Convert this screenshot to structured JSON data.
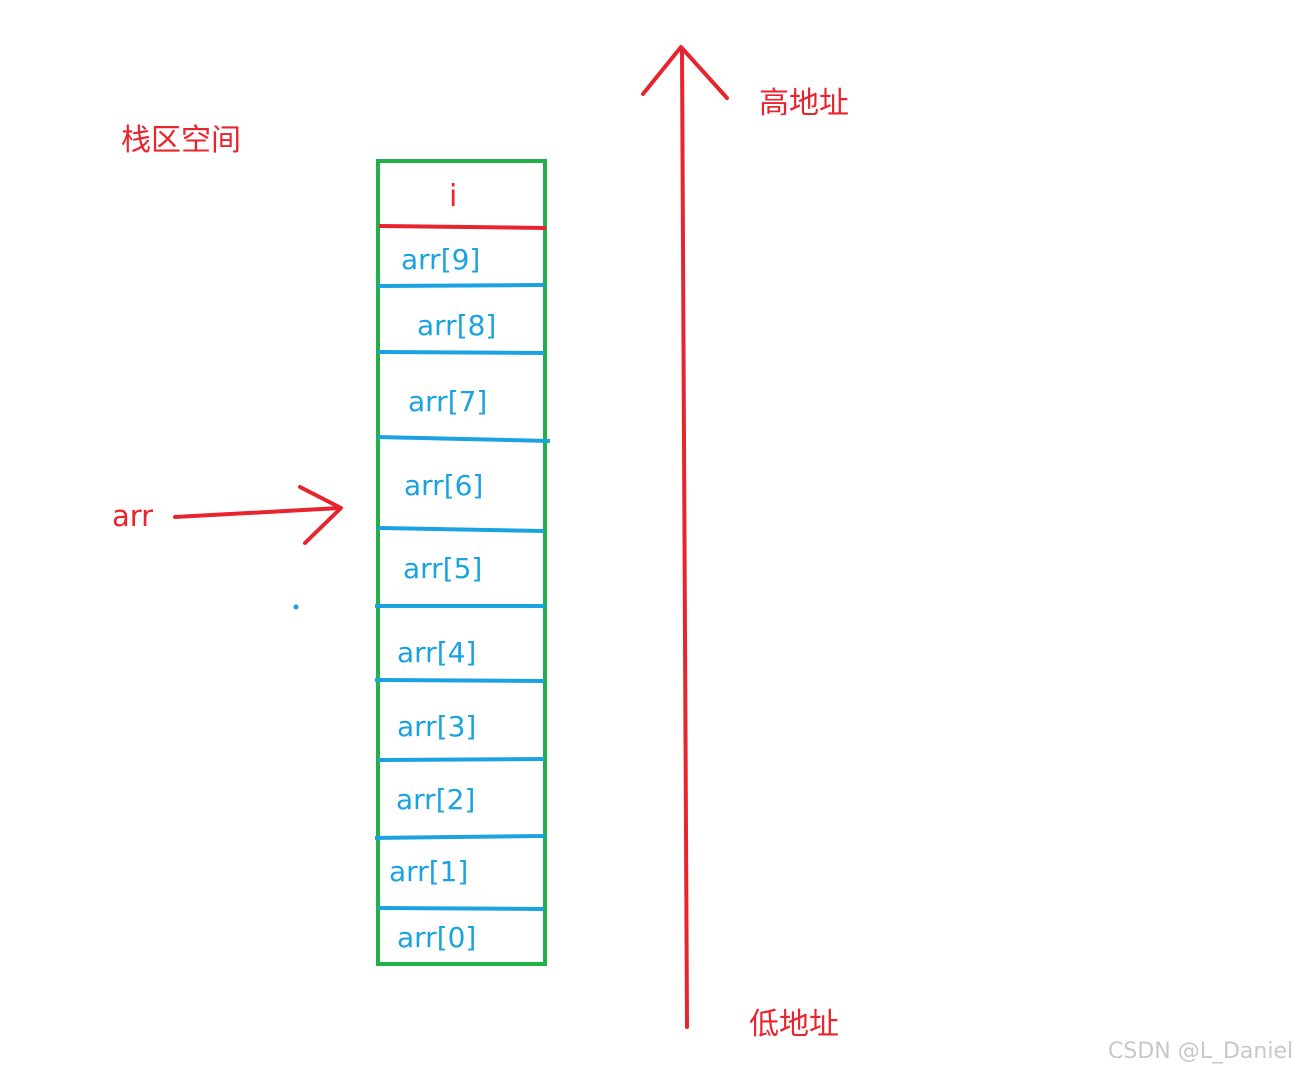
{
  "title": "栈区空间",
  "high_address_label": "高地址",
  "low_address_label": "低地址",
  "pointer_label": "arr",
  "top_cell_label": "i",
  "cells": [
    {
      "label": "arr[9]"
    },
    {
      "label": "arr[8]"
    },
    {
      "label": "arr[7]"
    },
    {
      "label": "arr[6]"
    },
    {
      "label": "arr[5]"
    },
    {
      "label": "arr[4]"
    },
    {
      "label": "arr[3]"
    },
    {
      "label": "arr[2]"
    },
    {
      "label": "arr[1]"
    },
    {
      "label": "arr[0]"
    }
  ],
  "watermark": "CSDN @L_Daniel",
  "colors": {
    "red": "#e8242e",
    "blue": "#1aa3e0",
    "green": "#22b04a"
  }
}
